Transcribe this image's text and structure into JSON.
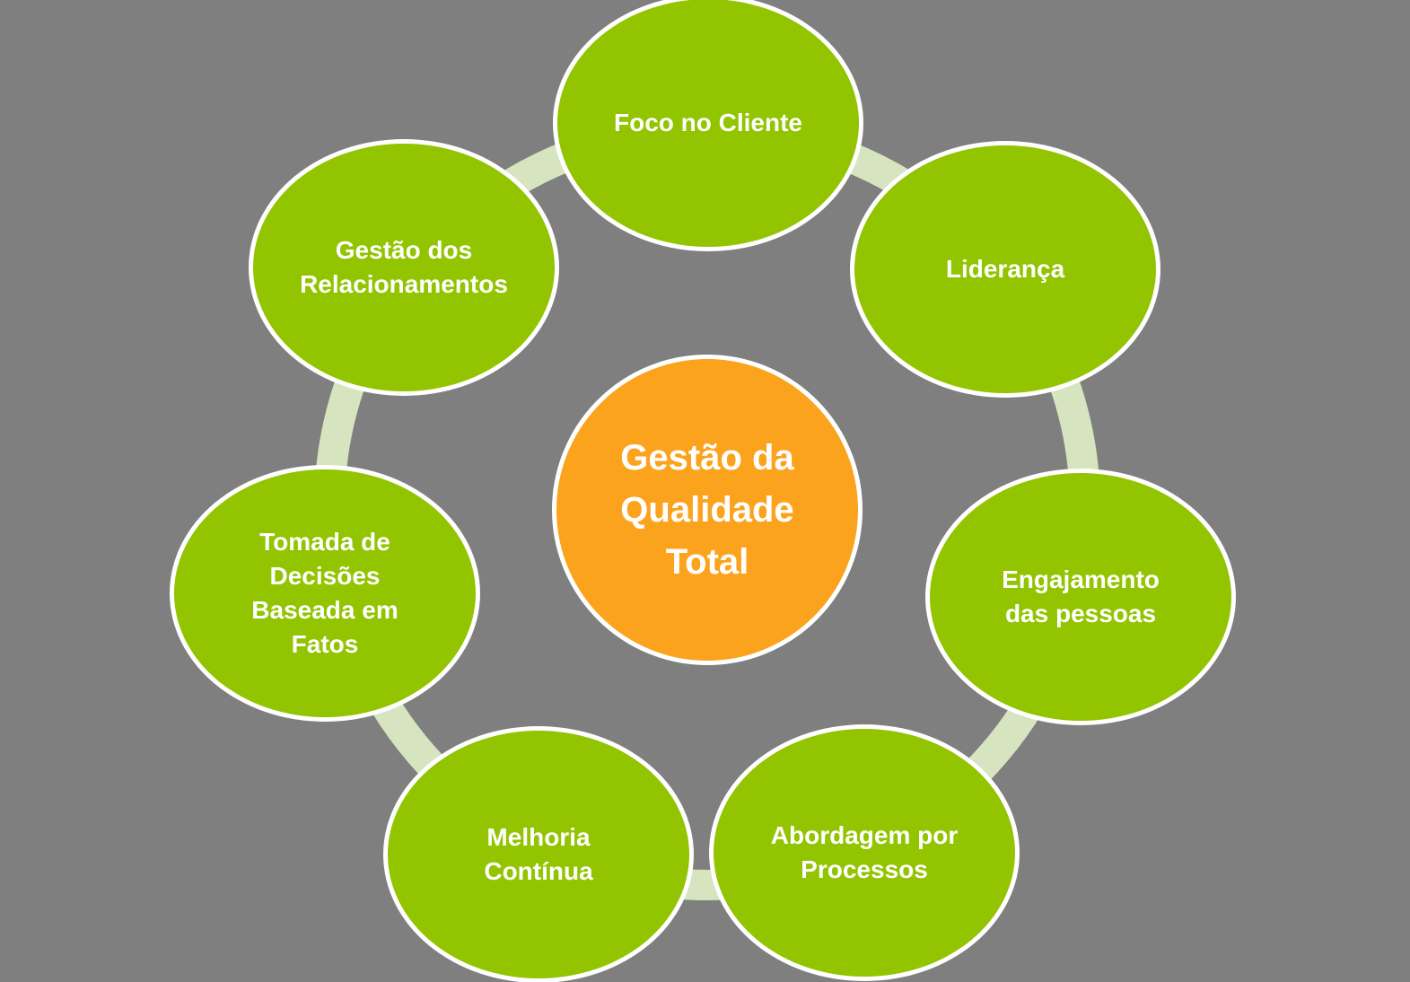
{
  "diagram": {
    "type": "cycle",
    "center": {
      "label": "Gestão da\nQualidade\nTotal"
    },
    "nodes": [
      {
        "id": "foco-no-cliente",
        "label": "Foco no Cliente"
      },
      {
        "id": "lideranca",
        "label": "Liderança"
      },
      {
        "id": "engajamento-das-pessoas",
        "label": "Engajamento\ndas pessoas"
      },
      {
        "id": "abordagem-por-processos",
        "label": "Abordagem por\nProcessos"
      },
      {
        "id": "melhoria-continua",
        "label": "Melhoria\nContínua"
      },
      {
        "id": "tomada-de-decisoes",
        "label": "Tomada de\nDecisões\nBaseada em\nFatos"
      },
      {
        "id": "gestao-dos-relacionamentos",
        "label": "Gestão dos\nRelacionamentos"
      }
    ],
    "colors": {
      "background": "#7F7F7F",
      "node_fill": "#92C400",
      "center_fill": "#FCA31E",
      "ring": "#D6E5C0",
      "node_border": "#FFFFFF",
      "text": "#FFFFFF"
    }
  }
}
